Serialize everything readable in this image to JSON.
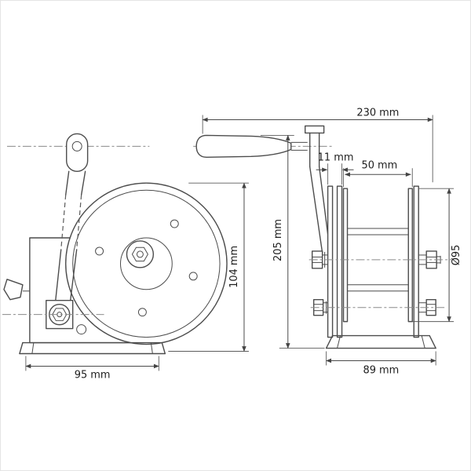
{
  "dims": {
    "handle_length": "230 mm",
    "flange_spacing": "11 mm",
    "drum_inner_width": "50 mm",
    "overall_height": "205 mm",
    "drum_diameter": "Ø95",
    "front_base_width": "95 mm",
    "front_body_height": "104 mm",
    "side_base_width": "89 mm"
  }
}
